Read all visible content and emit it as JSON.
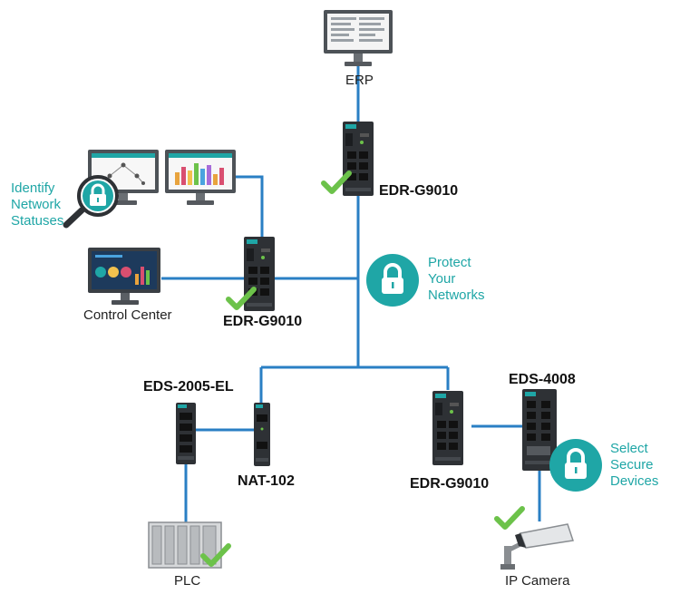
{
  "colors": {
    "link": "#2a7fc4",
    "teal": "#1fa6a6",
    "check": "#6cc24a",
    "device": "#2e3135"
  },
  "labels": {
    "erp": "ERP",
    "control_center": "Control Center",
    "plc": "PLC",
    "ip_camera": "IP Camera"
  },
  "devices": {
    "edr_top": "EDR-G9010",
    "edr_mid": "EDR-G9010",
    "edr_bottom": "EDR-G9010",
    "eds_2005": "EDS-2005-EL",
    "nat_102": "NAT-102",
    "eds_4008": "EDS-4008"
  },
  "callouts": {
    "identify": [
      "Identify",
      "Network",
      "Statuses"
    ],
    "protect": [
      "Protect",
      "Your",
      "Networks"
    ],
    "select": [
      "Select",
      "Secure",
      "Devices"
    ]
  },
  "icons": {
    "monitor": "monitor-icon",
    "switch": "switch-icon",
    "lock": "lock-icon",
    "magnifier": "magnifier-icon",
    "check": "check-icon",
    "camera": "camera-icon",
    "plc": "plc-icon"
  }
}
